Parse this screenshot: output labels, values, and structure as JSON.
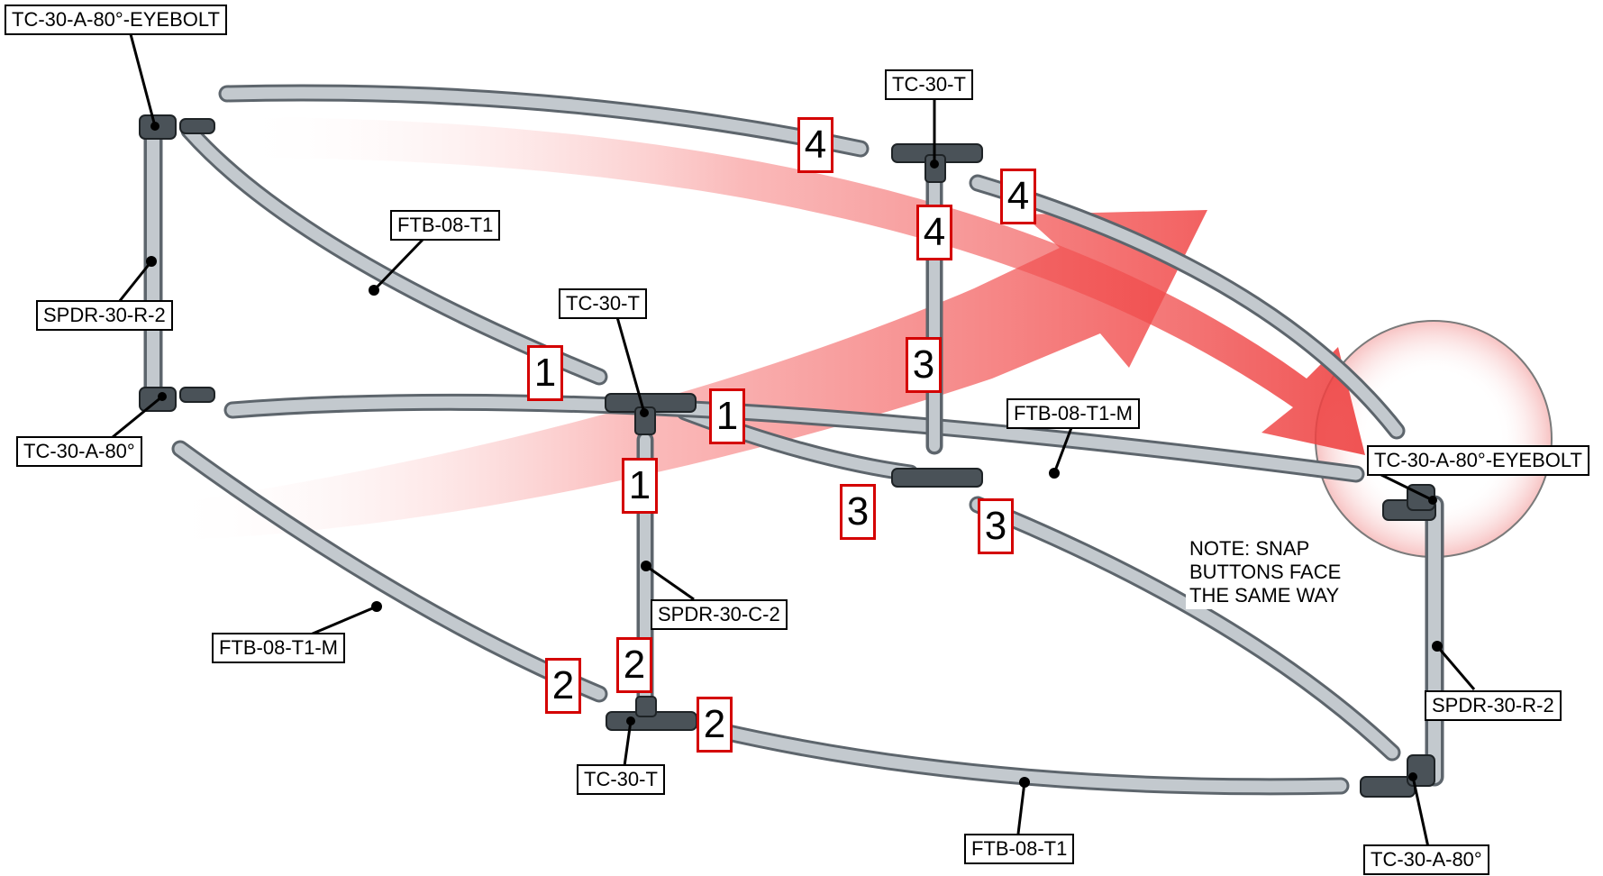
{
  "labels": {
    "eyebolt_top_left": "TC-30-A-80°-EYEBOLT",
    "tee_top": "TC-30-T",
    "ftb_upper": "FTB-08-T1",
    "tee_mid": "TC-30-T",
    "spdr_r_left": "SPDR-30-R-2",
    "ftb_m_mid": "FTB-08-T1-M",
    "angle_left": "TC-30-A-80°",
    "eyebolt_right": "TC-30-A-80°-EYEBOLT",
    "spdr_c": "SPDR-30-C-2",
    "ftb_m_lower": "FTB-08-T1-M",
    "spdr_r_right": "SPDR-30-R-2",
    "tee_bottom": "TC-30-T",
    "ftb_bottom": "FTB-08-T1",
    "angle_right": "TC-30-A-80°"
  },
  "steps": {
    "s4_top_rail": "4",
    "s4_top_right_rail": "4",
    "s4_post": "4",
    "s3_post": "3",
    "s1_upper_rail": "1",
    "s1_mid_rail": "1",
    "s1_post": "1",
    "s3_mid_rail": "3",
    "s3_right_rail": "3",
    "s2_lower_rail": "2",
    "s2_post": "2",
    "s2_bottom_rail": "2"
  },
  "note": "NOTE: SNAP\nBUTTONS FACE\nTHE SAME WAY",
  "colors": {
    "tube": "#9aa3ab",
    "tube_dark": "#5d656c",
    "arrow": "#f05050",
    "step_border": "#d40000"
  }
}
